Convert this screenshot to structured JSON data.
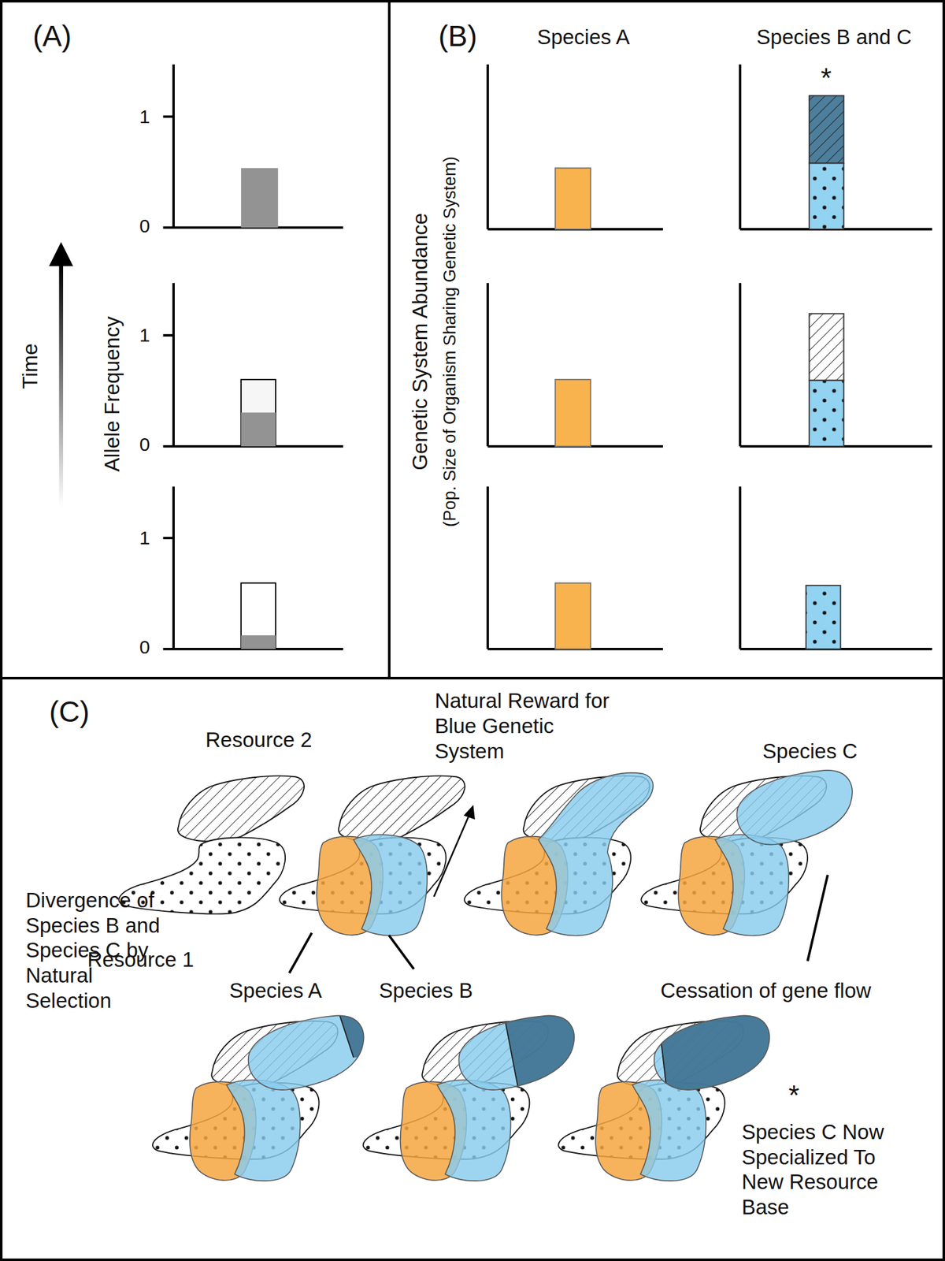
{
  "diagram": {
    "nodes": [
      {
        "text": [
          "(A)"
        ]
      },
      {
        "text": [
          "(B)"
        ]
      },
      {
        "text": [
          "(C)"
        ]
      }
    ],
    "labels": [
      "1",
      "0",
      "1",
      "0",
      "1",
      "0",
      "Time",
      "Allele Frequency",
      "Species A",
      "Species B and C",
      "*",
      "Genetic System Abundance",
      "(Pop. Size of Organism Sharing Genetic System)",
      "Resource 2",
      "Natural Reward for Blue Genetic System",
      "Species C",
      "Resource 1",
      "Species A",
      "Species B",
      "Cessation of gene flow",
      "Divergence of Species B and Species C by Natural Selection",
      "*",
      "Species C Now Specialized To New Resource Base"
    ]
  }
}
